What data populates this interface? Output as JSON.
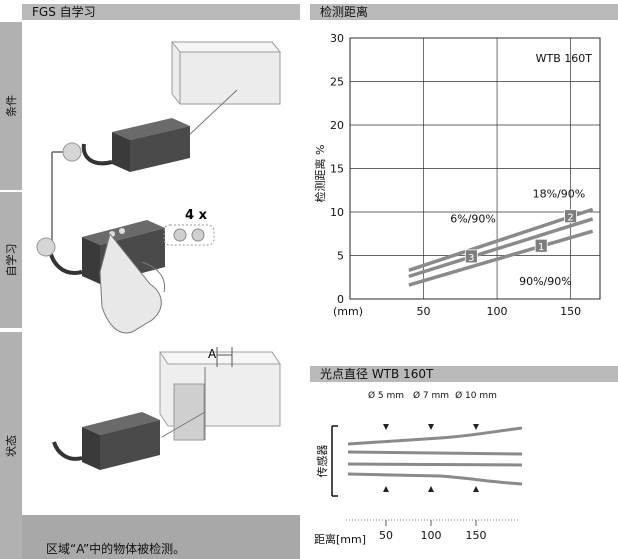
{
  "left_panel": {
    "header": "FGS 自学习",
    "tabs": [
      "条件",
      "自学习",
      "状态"
    ],
    "teach_count": "4 x",
    "zone_label": "A",
    "caption": "区域“A”中的物体被检测。"
  },
  "range_chart": {
    "header": "检测距离",
    "chart_data": {
      "type": "line",
      "title": "WTB 160T",
      "xlabel": "(mm)",
      "ylabel": "检测距离 %",
      "xlim": [
        0,
        170
      ],
      "ylim": [
        0,
        30
      ],
      "x_ticks": [
        50,
        100,
        150
      ],
      "y_ticks": [
        0,
        5,
        10,
        15,
        20,
        25,
        30
      ],
      "grid": true,
      "series": [
        {
          "name": "18%/90%",
          "marker": "2",
          "x": [
            40,
            165
          ],
          "y": [
            3.3,
            10.3
          ]
        },
        {
          "name": "6%/90%",
          "marker": "3",
          "x": [
            40,
            165
          ],
          "y": [
            2.6,
            9.2
          ]
        },
        {
          "name": "90%/90%",
          "marker": "1",
          "x": [
            40,
            165
          ],
          "y": [
            1.6,
            7.8
          ]
        }
      ]
    }
  },
  "spot_chart": {
    "header": "光点直径 WTB 160T",
    "chart_data": {
      "type": "line",
      "xlabel": "距离[mm]",
      "ylabel": "传感器",
      "x_ticks": [
        50,
        100,
        150
      ],
      "spot_labels": [
        "Ø 5 mm",
        "Ø 7 mm",
        "Ø 10 mm"
      ],
      "spot_positions": [
        50,
        100,
        150
      ],
      "spot_diameters_mm": [
        5,
        7,
        10
      ]
    }
  },
  "colors": {
    "header_bg": "#b9b9b9",
    "tab_bg": "#b1b1b1",
    "caption_bg": "#a8a8a8",
    "curve": "#8a8a8a",
    "marker_bg": "#7d7d7d"
  }
}
